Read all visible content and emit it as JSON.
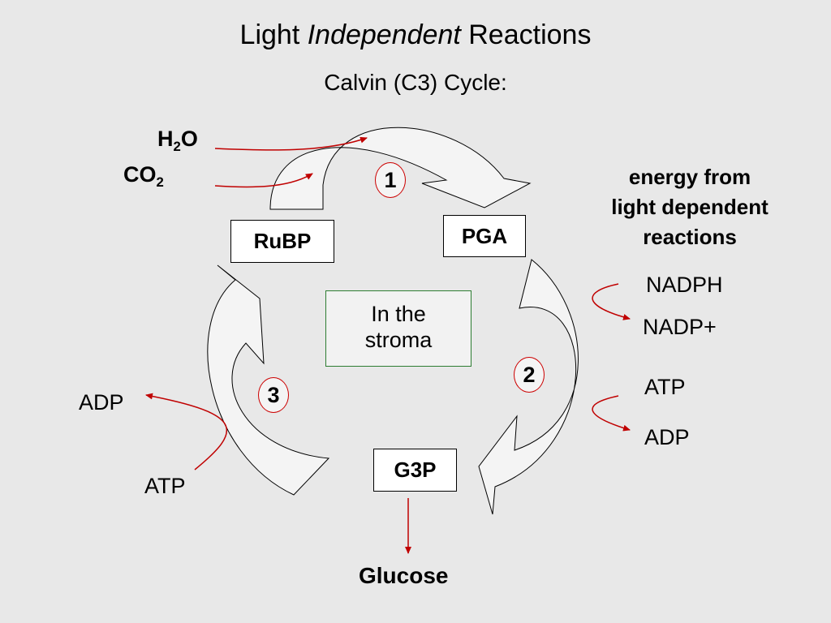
{
  "title": {
    "prefix": "Light",
    "italic": "Independent",
    "suffix": "Reactions"
  },
  "subtitle": "Calvin (C3) Cycle:",
  "inputs": {
    "water": {
      "base": "H",
      "sub": "2",
      "tail": "O"
    },
    "co2": {
      "base": "CO",
      "sub": "2"
    }
  },
  "molecules": {
    "rubp": "RuBP",
    "pga": "PGA",
    "g3p": "G3P",
    "glucose": "Glucose"
  },
  "location": {
    "line1": "In the",
    "line2": "stroma"
  },
  "steps": {
    "step1": "1",
    "step2": "2",
    "step3": "3"
  },
  "energy_note": {
    "line1": "energy from",
    "line2": "light dependent",
    "line3": "reactions"
  },
  "step2_exchange": {
    "nadph": "NADPH",
    "nadp": "NADP+",
    "atp": "ATP",
    "adp": "ADP"
  },
  "step3_exchange": {
    "atp": "ATP",
    "adp": "ADP"
  },
  "colors": {
    "background": "#e8e8e8",
    "arrow": "#c00000",
    "stroma_border": "#2e7d32",
    "step_circle": "#c00000"
  }
}
